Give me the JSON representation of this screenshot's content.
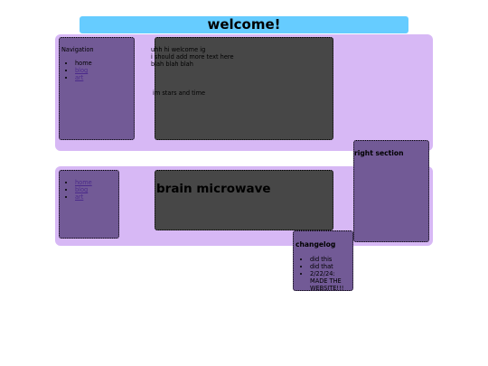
{
  "header": {
    "title": "welcome!"
  },
  "nav_top": {
    "heading": "Navigation",
    "links": [
      {
        "label": "home",
        "current": true
      },
      {
        "label": "blog",
        "current": false
      },
      {
        "label": "art",
        "current": false
      }
    ]
  },
  "content_top": {
    "lines": [
      "uhh hi welcome ig",
      "i should add more text here",
      "blah blah blah"
    ],
    "stars_text": "im stars and time"
  },
  "nav_bottom": {
    "links": [
      {
        "label": "home"
      },
      {
        "label": "blog"
      },
      {
        "label": "art"
      }
    ]
  },
  "content_bottom": {
    "heading": "brain microwave"
  },
  "right_section": {
    "heading": "right section"
  },
  "changelog": {
    "heading": "changelog",
    "items": [
      "did this",
      "did that",
      "2/22/24: MADE THE WEBSITE!!!"
    ]
  },
  "colors": {
    "title_bar": "#66ccff",
    "panel": "#d7b8f5",
    "box_purple": "#725a96",
    "box_dark": "#474747"
  }
}
